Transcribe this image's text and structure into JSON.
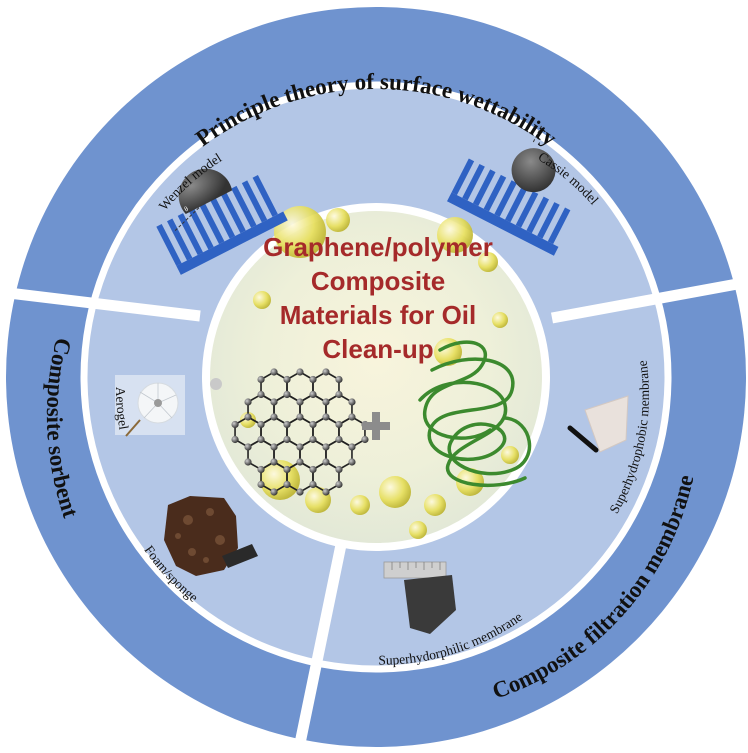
{
  "center": {
    "title_lines": [
      "Graphene/polymer",
      "Composite",
      "Materials for Oil",
      "Clean-up"
    ]
  },
  "outer_ring": {
    "top": "Principle theory of surface wettability",
    "left": "Composite sorbent",
    "right": "Composite filtration membrane"
  },
  "labels": {
    "wenzel": "Wenzel model",
    "cassie": "Cassie model",
    "aerogel": "Aerogel",
    "foam": "Foam/sponge",
    "superhydrophobic": "Superhydrophobic membrane",
    "superhydrophilic": "Superhydorphilic membrane"
  },
  "colors": {
    "outer_ring": "#6f93cf",
    "inner_ring": "#b3c6e6",
    "ring_text": "#111111",
    "center_text": "#a52a2a",
    "surface_blue": "#2f62c3",
    "polymer_green": "#3c8a2e"
  },
  "icons": {
    "graphene": "graphene-lattice-icon",
    "plus": "plus-icon",
    "polymer": "polymer-chain-icon"
  }
}
